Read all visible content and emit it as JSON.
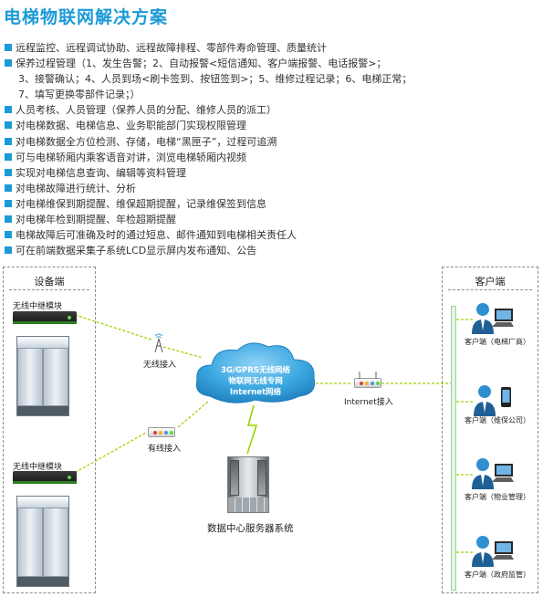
{
  "title": "电梯物联网解决方案",
  "bullets": [
    [
      "远程监控、远程调试协助、远程故障排程、零部件寿命管理、质量统计"
    ],
    [
      "保养过程管理（1、发生告警；2、自动报警<短信通知、客户端报警、电话报警>；",
      "3、接警确认；4、人员到场<刷卡签到、按钮签到>；5、维修过程记录；6、电梯正常；",
      "7、填写更换零部件记录；）"
    ],
    [
      "人员考核、人员管理（保养人员的分配、维修人员的派工）"
    ],
    [
      "对电梯数据、电梯信息、业务职能部门实现权限管理"
    ],
    [
      "对电梯数据全方位检测、存储，电梯“黑匣子”，过程可追溯"
    ],
    [
      "可与电梯轿厢内乘客语音对讲，浏览电梯轿厢内视频"
    ],
    [
      "实现对电梯信息查询、编辑等资料管理"
    ],
    [
      "对电梯故障进行统计、分析"
    ],
    [
      "对电梯维保到期提醒、维保超期提醒，记录维保签到信息"
    ],
    [
      "对电梯年检到期提醒、年检超期提醒"
    ],
    [
      "电梯故障后可准确及时的通过短息、邮件通知到电梯相关责任人"
    ],
    [
      "可在前端数据采集子系统LCD显示屏内发布通知、公告"
    ]
  ],
  "diagram": {
    "device_side": "设备端",
    "client_side": "客户端",
    "relay_module": "无线中继模块",
    "wireless_access": "无线接入",
    "wired_access": "有线接入",
    "cloud_lines": [
      "3G/GPRS无线网络",
      "物联网无线专网",
      "Internet网络"
    ],
    "internet_access": "Internet接入",
    "datacenter": "数据中心服务器系统",
    "clients": [
      "客户端（电梯厂商）",
      "客户端（维保公司）",
      "客户端（物业管理）",
      "客户端（政府监管）"
    ]
  },
  "colors": {
    "accent": "#1b9ad6",
    "router": "#1e1e1e",
    "link": "#9ad400",
    "cloud": "#2d9bd8",
    "bus": "#c8e9c8"
  }
}
